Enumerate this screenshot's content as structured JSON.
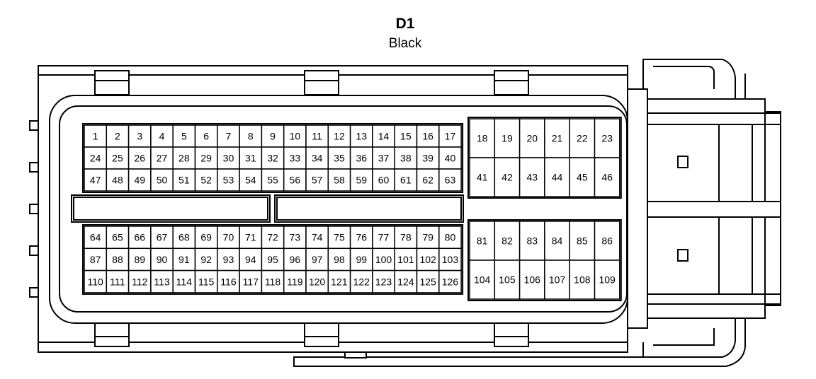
{
  "header": {
    "title": "D1",
    "subtitle": "Black"
  },
  "pins": {
    "left_top": [
      [
        "1",
        "2",
        "3",
        "4",
        "5",
        "6",
        "7",
        "8",
        "9",
        "10",
        "11",
        "12",
        "13",
        "14",
        "15",
        "16",
        "17"
      ],
      [
        "24",
        "25",
        "26",
        "27",
        "28",
        "29",
        "30",
        "31",
        "32",
        "33",
        "34",
        "35",
        "36",
        "37",
        "38",
        "39",
        "40"
      ],
      [
        "47",
        "48",
        "49",
        "50",
        "51",
        "52",
        "53",
        "54",
        "55",
        "56",
        "57",
        "58",
        "59",
        "60",
        "61",
        "62",
        "63"
      ]
    ],
    "left_bottom": [
      [
        "64",
        "65",
        "66",
        "67",
        "68",
        "69",
        "70",
        "71",
        "72",
        "73",
        "74",
        "75",
        "76",
        "77",
        "78",
        "79",
        "80"
      ],
      [
        "87",
        "88",
        "89",
        "90",
        "91",
        "92",
        "93",
        "94",
        "95",
        "96",
        "97",
        "98",
        "99",
        "100",
        "101",
        "102",
        "103"
      ],
      [
        "110",
        "111",
        "112",
        "113",
        "114",
        "115",
        "116",
        "117",
        "118",
        "119",
        "120",
        "121",
        "122",
        "123",
        "124",
        "125",
        "126"
      ]
    ],
    "right_top": [
      [
        "18",
        "19",
        "20",
        "21",
        "22",
        "23"
      ],
      [
        "41",
        "42",
        "43",
        "44",
        "45",
        "46"
      ]
    ],
    "right_bottom": [
      [
        "81",
        "82",
        "83",
        "84",
        "85",
        "86"
      ],
      [
        "104",
        "105",
        "106",
        "107",
        "108",
        "109"
      ]
    ]
  }
}
